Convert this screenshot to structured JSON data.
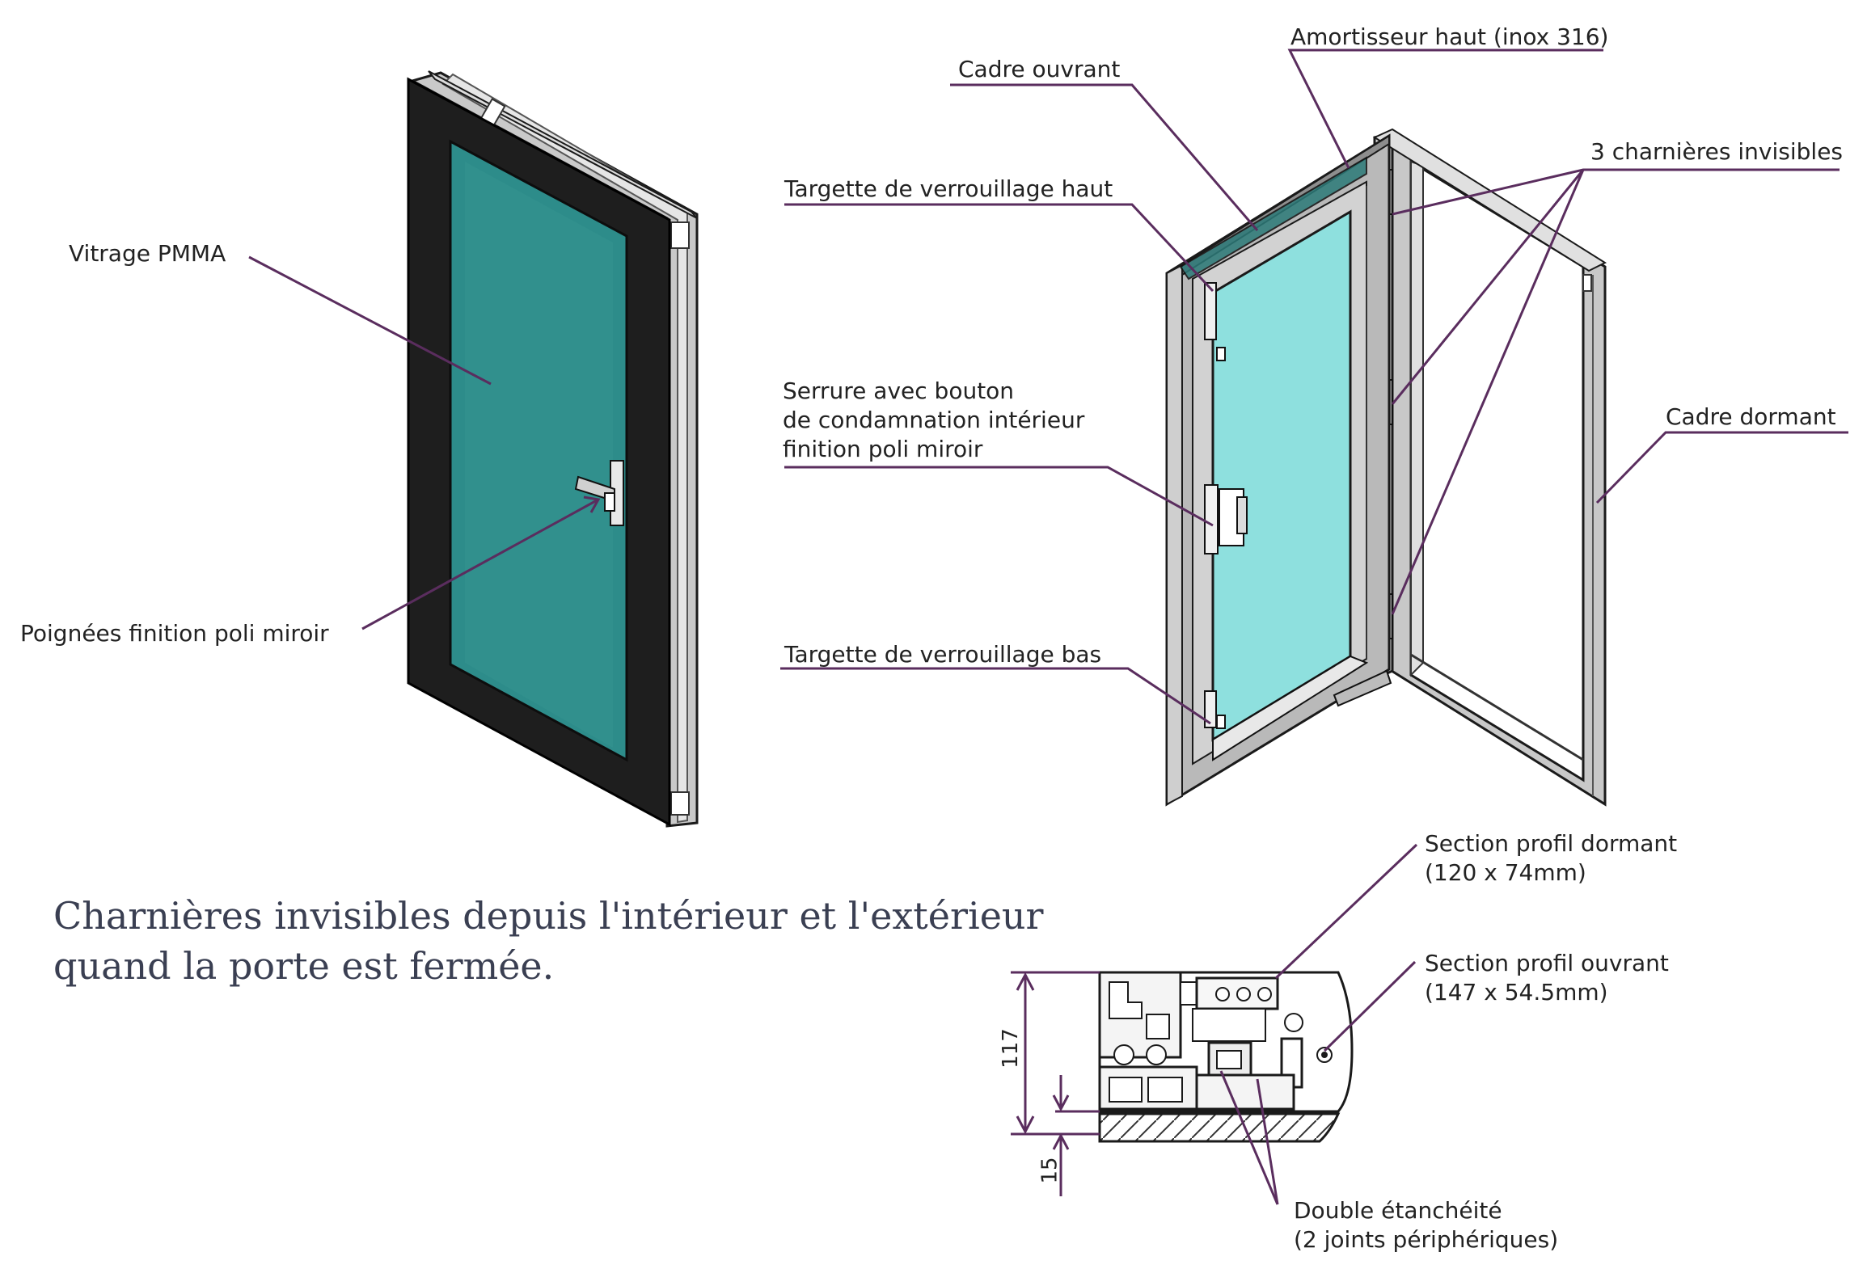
{
  "labels": {
    "vitrage": "Vitrage PMMA",
    "poignees": "Poignées finition poli miroir",
    "cadre_ouvrant": "Cadre ouvrant",
    "amortisseur": "Amortisseur haut (inox 316)",
    "targette_haut": "Targette de verrouillage haut",
    "charnieres": "3 charnières invisibles",
    "serrure_line1": "Serrure avec bouton",
    "serrure_line2": "de condamnation intérieur",
    "serrure_line3": "finition poli miroir",
    "cadre_dormant": "Cadre dormant",
    "targette_bas": "Targette de verrouillage bas",
    "section_dormant_line1": "Section profil dormant",
    "section_dormant_line2": "(120 x 74mm)",
    "section_ouvrant_line1": "Section profil ouvrant",
    "section_ouvrant_line2": "(147 x 54.5mm)",
    "etancheite_line1": "Double étanchéité",
    "etancheite_line2": "(2 joints périphériques)"
  },
  "dimensions": {
    "height": "117",
    "gap": "15"
  },
  "caption": {
    "line1": "Charnières invisibles depuis l'intérieur et l'extérieur",
    "line2": "quand la porte est fermée."
  },
  "colors": {
    "leader": "#5a2d5e",
    "glass_closed": "#2d8c8a",
    "glass_open": "#8ee0de",
    "frame_dark": "#1e1e1e",
    "frame_grey": "#bcbcbc"
  }
}
